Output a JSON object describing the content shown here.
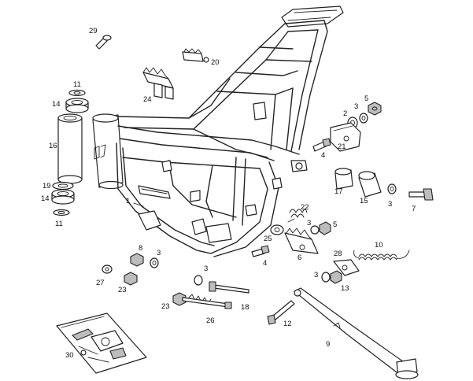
{
  "callouts": {
    "p1": "1",
    "p2": "2",
    "p3a": "3",
    "p3b": "3",
    "p3c": "3",
    "p3d": "3",
    "p3e": "3",
    "p3f": "3",
    "p4a": "4",
    "p4b": "4",
    "p5a": "5",
    "p5b": "5",
    "p6": "6",
    "p7": "7",
    "p8": "8",
    "p9": "9",
    "p10": "10",
    "p11a": "11",
    "p11b": "11",
    "p12": "12",
    "p13": "13",
    "p14a": "14",
    "p14b": "14",
    "p15": "15",
    "p16": "16",
    "p17": "17",
    "p18": "18",
    "p19": "19",
    "p20": "20",
    "p21": "21",
    "p22": "22",
    "p23a": "23",
    "p23b": "23",
    "p24": "24",
    "p25": "25",
    "p26": "26",
    "p27": "27",
    "p28": "28",
    "p29": "29",
    "p30": "30"
  },
  "colors": {
    "line": "#222222",
    "background": "#ffffff",
    "part_shading": "#bdbdbd"
  }
}
